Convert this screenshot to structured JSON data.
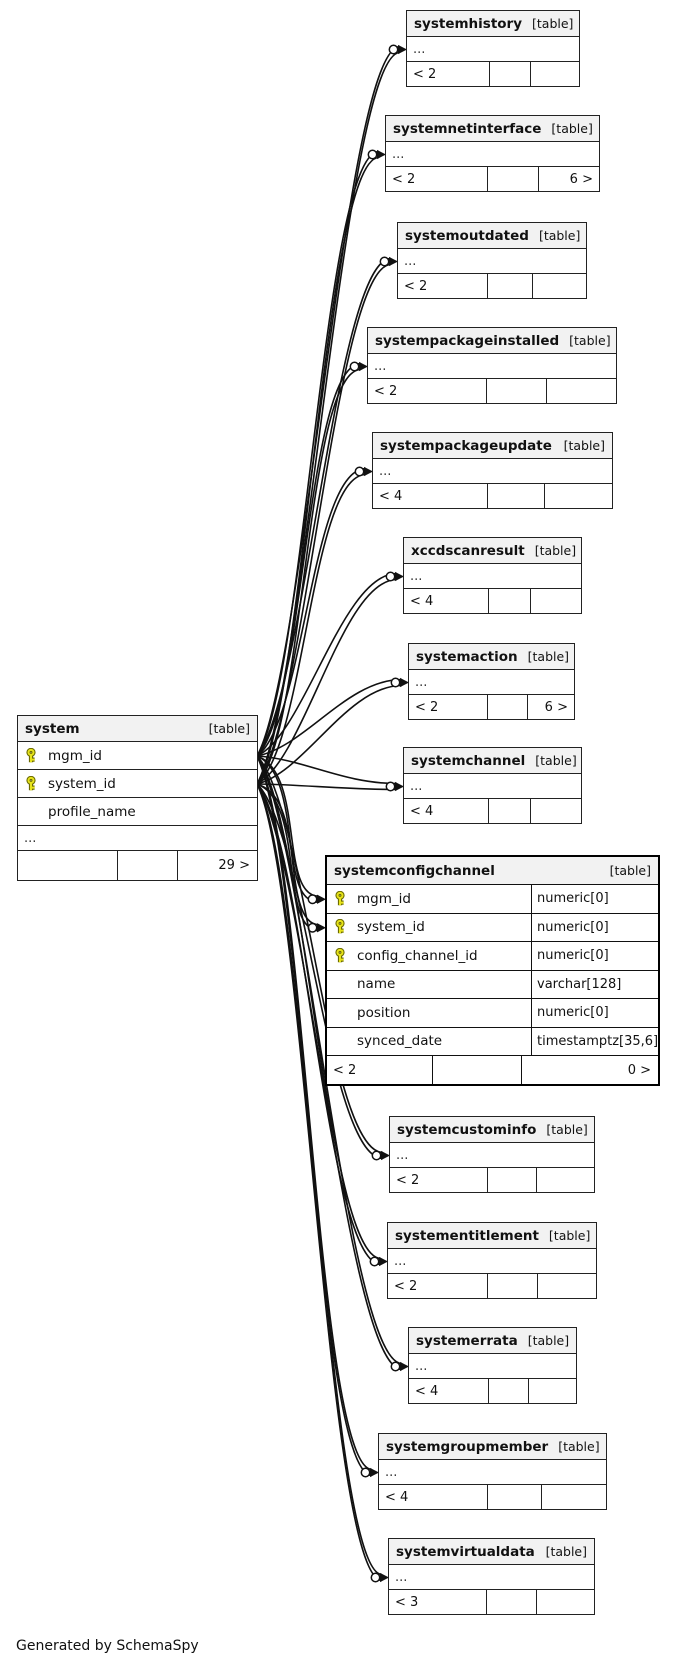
{
  "page": {
    "footer_note": "Generated by SchemaSpy"
  },
  "colors": {
    "border": "#222222",
    "header_bg": "#f2f2f2",
    "key_yellow": "#e8e41c",
    "line": "#111111"
  },
  "system_table": {
    "name": "system",
    "tag": "[table]",
    "ellipsis": "...",
    "columns": [
      {
        "name": "mgm_id",
        "key": true
      },
      {
        "name": "system_id",
        "key": true
      },
      {
        "name": "profile_name",
        "key": false
      }
    ],
    "footer": {
      "left": "",
      "mid": "",
      "right": "29 >"
    }
  },
  "focus_table": {
    "name": "systemconfigchannel",
    "tag": "[table]",
    "columns": [
      {
        "name": "mgm_id",
        "type": "numeric[0]",
        "key": true
      },
      {
        "name": "system_id",
        "type": "numeric[0]",
        "key": true
      },
      {
        "name": "config_channel_id",
        "type": "numeric[0]",
        "key": true
      },
      {
        "name": "name",
        "type": "varchar[128]",
        "key": false
      },
      {
        "name": "position",
        "type": "numeric[0]",
        "key": false
      },
      {
        "name": "synced_date",
        "type": "timestamptz[35,6]",
        "key": false
      }
    ],
    "footer": {
      "left": "< 2",
      "mid": "",
      "right": "0 >"
    }
  },
  "tables": [
    {
      "id": "systemhistory",
      "name": "systemhistory",
      "tag": "[table]",
      "ellipsis": "...",
      "footer": {
        "left": "< 2",
        "mid": "",
        "right": ""
      }
    },
    {
      "id": "systemnetinterface",
      "name": "systemnetinterface",
      "tag": "[table]",
      "ellipsis": "...",
      "footer": {
        "left": "< 2",
        "mid": "",
        "right": "6 >"
      }
    },
    {
      "id": "systemoutdated",
      "name": "systemoutdated",
      "tag": "[table]",
      "ellipsis": "...",
      "footer": {
        "left": "< 2",
        "mid": "",
        "right": ""
      }
    },
    {
      "id": "systempackageinstalled",
      "name": "systempackageinstalled",
      "tag": "[table]",
      "ellipsis": "...",
      "footer": {
        "left": "< 2",
        "mid": "",
        "right": ""
      }
    },
    {
      "id": "systempackageupdate",
      "name": "systempackageupdate",
      "tag": "[table]",
      "ellipsis": "...",
      "footer": {
        "left": "< 4",
        "mid": "",
        "right": ""
      }
    },
    {
      "id": "xccdscanresult",
      "name": "xccdscanresult",
      "tag": "[table]",
      "ellipsis": "...",
      "footer": {
        "left": "< 4",
        "mid": "",
        "right": ""
      }
    },
    {
      "id": "systemaction",
      "name": "systemaction",
      "tag": "[table]",
      "ellipsis": "...",
      "footer": {
        "left": "< 2",
        "mid": "",
        "right": "6 >"
      }
    },
    {
      "id": "systemchannel",
      "name": "systemchannel",
      "tag": "[table]",
      "ellipsis": "...",
      "footer": {
        "left": "< 4",
        "mid": "",
        "right": ""
      }
    },
    {
      "id": "systemcustominfo",
      "name": "systemcustominfo",
      "tag": "[table]",
      "ellipsis": "...",
      "footer": {
        "left": "< 2",
        "mid": "",
        "right": ""
      }
    },
    {
      "id": "systementitlement",
      "name": "systementitlement",
      "tag": "[table]",
      "ellipsis": "...",
      "footer": {
        "left": "< 2",
        "mid": "",
        "right": ""
      }
    },
    {
      "id": "systemerrata",
      "name": "systemerrata",
      "tag": "[table]",
      "ellipsis": "...",
      "footer": {
        "left": "< 4",
        "mid": "",
        "right": ""
      }
    },
    {
      "id": "systemgroupmember",
      "name": "systemgroupmember",
      "tag": "[table]",
      "ellipsis": "...",
      "footer": {
        "left": "< 4",
        "mid": "",
        "right": ""
      }
    },
    {
      "id": "systemvirtualdata",
      "name": "systemvirtualdata",
      "tag": "[table]",
      "ellipsis": "...",
      "footer": {
        "left": "< 3",
        "mid": "",
        "right": ""
      }
    }
  ],
  "relations": [
    {
      "to": "systemhistory",
      "anchor": "ellipsis"
    },
    {
      "to": "systemnetinterface",
      "anchor": "ellipsis"
    },
    {
      "to": "systemoutdated",
      "anchor": "ellipsis"
    },
    {
      "to": "systempackageinstalled",
      "anchor": "ellipsis"
    },
    {
      "to": "systempackageupdate",
      "anchor": "ellipsis"
    },
    {
      "to": "xccdscanresult",
      "anchor": "ellipsis"
    },
    {
      "to": "systemaction",
      "anchor": "ellipsis"
    },
    {
      "to": "systemchannel",
      "anchor": "ellipsis"
    },
    {
      "to": "systemconfigchannel",
      "anchor": "mgm_id"
    },
    {
      "to": "systemconfigchannel",
      "anchor": "system_id"
    },
    {
      "to": "systemcustominfo",
      "anchor": "ellipsis"
    },
    {
      "to": "systementitlement",
      "anchor": "ellipsis"
    },
    {
      "to": "systemerrata",
      "anchor": "ellipsis"
    },
    {
      "to": "systemgroupmember",
      "anchor": "ellipsis"
    },
    {
      "to": "systemvirtualdata",
      "anchor": "ellipsis"
    }
  ]
}
